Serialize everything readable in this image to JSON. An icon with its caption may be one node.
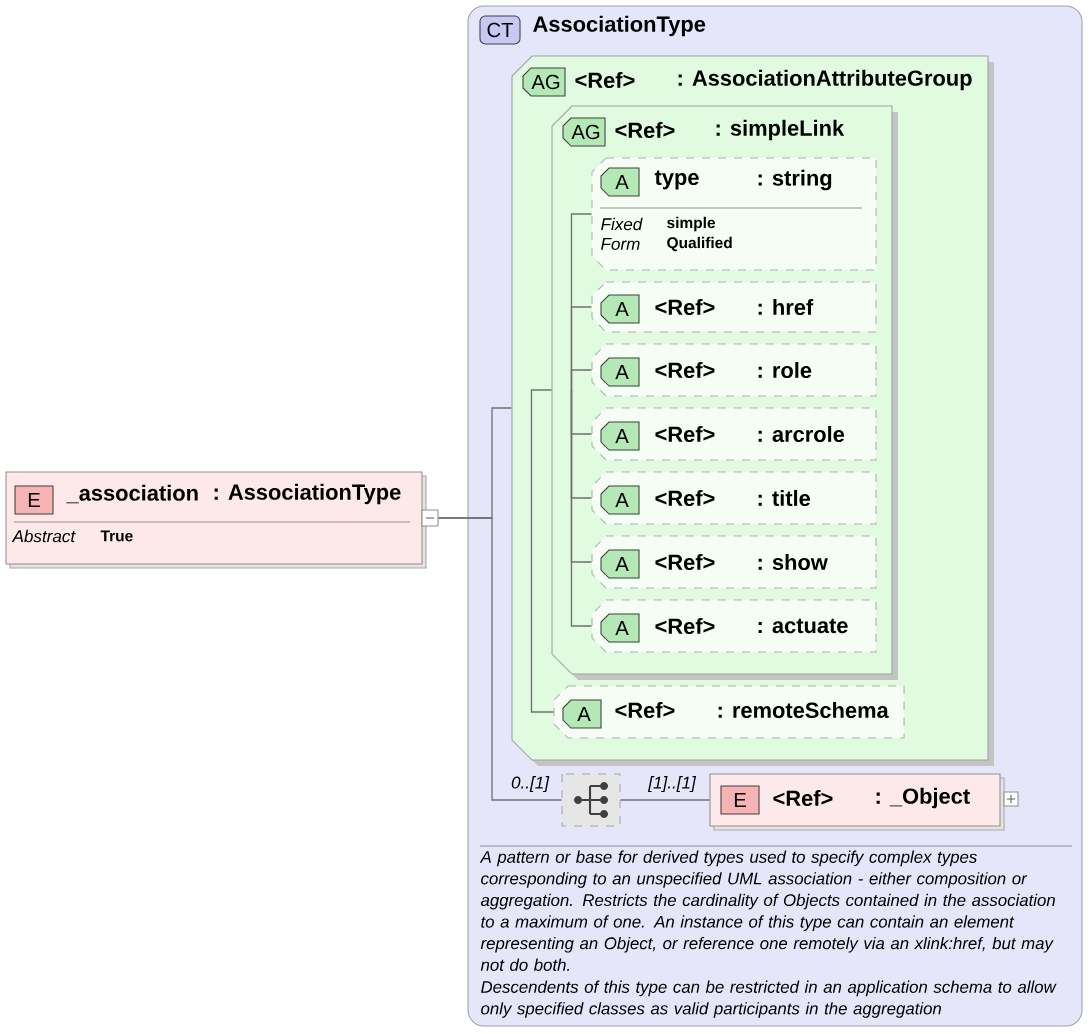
{
  "diagram": {
    "nodes": [
      {
        "text": [
          "E",
          "_association",
          ": AssociationType",
          "Abstract",
          "True"
        ]
      },
      {
        "text": [
          "CT",
          "AssociationType",
          "A pattern or base for derived types used to specify complex types corresponding to an  unspecified UML association - either composition or aggregation.  Restricts the cardinality of Objects contained in the association to a maximum of one.  An instance of this type can contain an element representing an Object, or reference one remotely via an xlink:href, but may not do both.",
          "Descendents of this type can be restricted in an application schema to allow only specified classes as valid participants in the aggregation"
        ]
      },
      {
        "text": [
          "AG",
          "<Ref>",
          ": AssociationAttributeGroup"
        ],
        "in": 1
      },
      {
        "text": [
          "AG",
          "<Ref>",
          ": simpleLink"
        ],
        "in": 2
      },
      {
        "text": [
          "A",
          "type",
          ": string",
          "Fixed",
          "simple",
          "Form",
          "Qualified"
        ],
        "in": 3
      },
      {
        "text": [
          "A",
          "<Ref>",
          ": href"
        ],
        "in": 3
      },
      {
        "text": [
          "A",
          "<Ref>",
          ": role"
        ],
        "in": 3
      },
      {
        "text": [
          "A",
          "<Ref>",
          ": arcrole"
        ],
        "in": 3
      },
      {
        "text": [
          "A",
          "<Ref>",
          ": title"
        ],
        "in": 3
      },
      {
        "text": [
          "A",
          "<Ref>",
          ": show"
        ],
        "in": 3
      },
      {
        "text": [
          "A",
          "<Ref>",
          ": actuate"
        ],
        "in": 3
      },
      {
        "text": [
          "A",
          "<Ref>",
          ": remoteSchema"
        ],
        "in": 2
      },
      {
        "text": [],
        "shape": "box",
        "in": 1
      },
      {
        "text": [
          "E",
          "<Ref>",
          ": _Object"
        ],
        "in": 1
      }
    ],
    "edges": [
      {
        "from": 0,
        "to": 2,
        "arrow": "none"
      },
      {
        "from": 2,
        "to": 3,
        "arrow": "none"
      },
      {
        "from": 3,
        "to": 4,
        "arrow": "none"
      },
      {
        "from": 3,
        "to": 5,
        "arrow": "none"
      },
      {
        "from": 3,
        "to": 6,
        "arrow": "none"
      },
      {
        "from": 3,
        "to": 7,
        "arrow": "none"
      },
      {
        "from": 3,
        "to": 8,
        "arrow": "none"
      },
      {
        "from": 3,
        "to": 9,
        "arrow": "none"
      },
      {
        "from": 3,
        "to": 10,
        "arrow": "none"
      },
      {
        "from": 2,
        "to": 11,
        "arrow": "none"
      },
      {
        "from": 0,
        "to": 12,
        "arrow": "none",
        "label": "0..[1]"
      },
      {
        "from": 12,
        "to": 13,
        "arrow": "none",
        "label": "[1]..[1]"
      }
    ]
  }
}
